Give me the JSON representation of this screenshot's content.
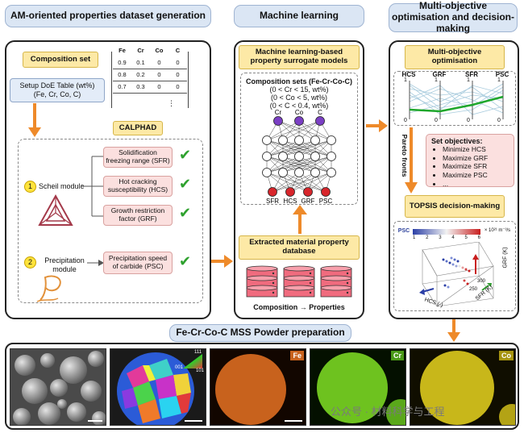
{
  "headers": {
    "dataset": "AM-oriented properties dataset generation",
    "ml": "Machine learning",
    "moo": "Multi-objective optimisation and decision-making",
    "powder": "Fe-Cr-Co-C MSS Powder preparation"
  },
  "composition": {
    "title": "Composition set",
    "doe_title": "Setup DoE Table (wt%)",
    "doe_sub": "(Fe, Cr, Co, C)",
    "table_headers": [
      "Fe",
      "Cr",
      "Co",
      "C"
    ],
    "table_rows": [
      [
        "0.9",
        "0.1",
        "0",
        "0"
      ],
      [
        "0.8",
        "0.2",
        "0",
        "0"
      ],
      [
        "0.7",
        "0.3",
        "0",
        "0"
      ]
    ],
    "table_more": "⋮"
  },
  "calphad": {
    "title": "CALPHAD",
    "scheil_num": "1",
    "scheil_label": "Scheil module",
    "precip_num": "2",
    "precip_label": "Precipitation module",
    "props": [
      "Solidification freezing range (SFR)",
      "Hot cracking susceptibility (HCS)",
      "Growth restriction factor (GRF)"
    ],
    "psc": "Precipitation speed of carbide (PSC)",
    "check": "✔"
  },
  "ml": {
    "model_title": "Machine learning-based property surrogate models",
    "comp_sets_title": "Composition sets (Fe-Cr-Co-C)",
    "ranges": [
      "(0 < Cr < 15, wt%)",
      "(0 < Co < 5, wt%)",
      "(0 < C < 0.4, wt%)"
    ],
    "inputs": [
      "Cr",
      "Co",
      "C"
    ],
    "outputs": [
      "SFR",
      "HCS",
      "GRF",
      "PSC"
    ],
    "db_title": "Extracted material property database",
    "db_caption": "Composition → Properties",
    "colors": {
      "input": "#7b3fc4",
      "hidden": "#ffffff",
      "output": "#d8262c",
      "db": "#f06b7e"
    }
  },
  "moo": {
    "mo_title": "Multi-objective optimisation",
    "axes": [
      "HCS",
      "GRF",
      "SFR",
      "PSC"
    ],
    "axis_max": [
      "1",
      "1",
      "1",
      "1"
    ],
    "axis_min": [
      "0",
      "0",
      "0",
      "0"
    ],
    "pareto_label": "Pareto fronts",
    "objectives_title": "Set objectives:",
    "objectives": [
      "Minimize HCS",
      "Maximize GRF",
      "Maximize SFR",
      "Maximize PSC",
      "..."
    ],
    "topsis_title": "TOPSIS decision-making",
    "psc_label": "PSC",
    "colorbar_ticks": [
      "1",
      "2",
      "3",
      "4",
      "5",
      "6"
    ],
    "colorbar_unit": "× 10²¹ m⁻³/s",
    "axis3d": [
      "GRF (K)",
      "SFR (K)",
      "HCS (-)"
    ],
    "sfr_ticks": [
      "250",
      "300"
    ]
  },
  "powder": {
    "ebsd_ticks": [
      "111",
      "001",
      "101"
    ],
    "maps": [
      "Fe",
      "Cr",
      "Co"
    ],
    "map_colors": {
      "Fe": "#c8621d",
      "Cr": "#6ec21f",
      "Co": "#c8b71a"
    }
  },
  "watermark": "公众号 · 材料科学与工程"
}
